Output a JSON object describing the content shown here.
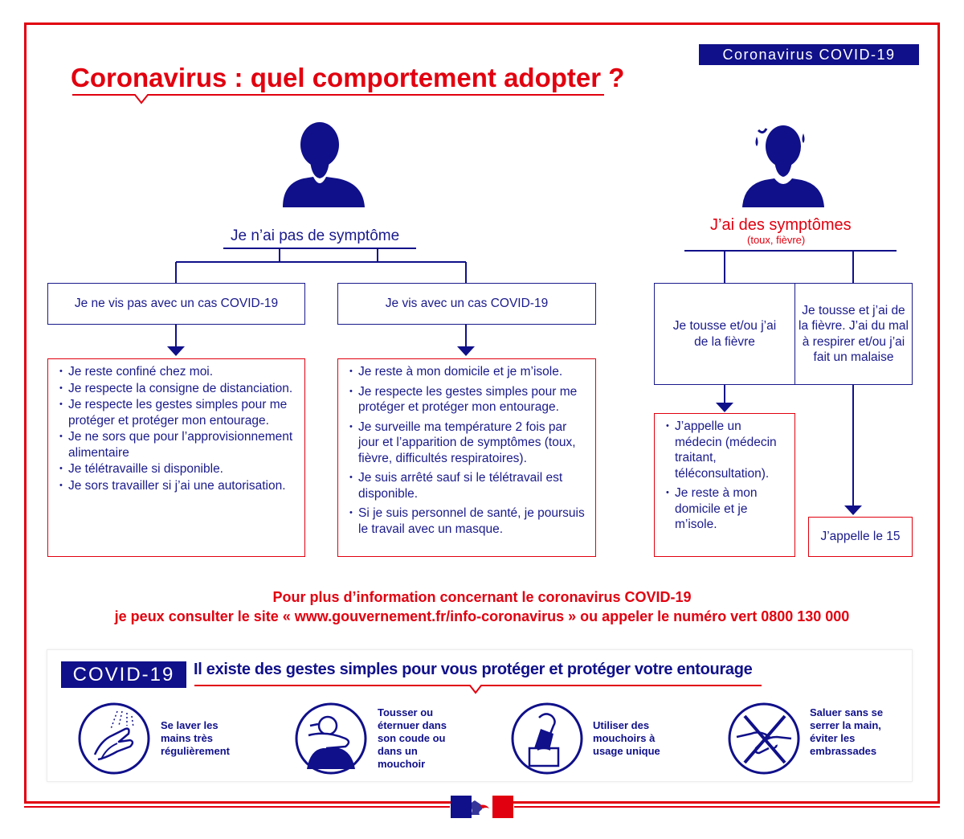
{
  "header": {
    "badge": "Coronavirus COVID-19",
    "title": "Coronavirus : quel comportement adopter ?"
  },
  "no_symptom": {
    "title": "Je n’ai pas de symptôme",
    "case_a": {
      "label": "Je ne vis pas avec un cas COVID-19",
      "items": [
        "Je reste confiné chez moi.",
        "Je respecte la consigne de distanciation.",
        "Je respecte les gestes simples pour me protéger et protéger mon entourage.",
        "Je ne sors que pour l’approvisionnement alimentaire",
        "Je télétravaille si disponible.",
        "Je sors travailler si j’ai une autorisation."
      ]
    },
    "case_b": {
      "label": "Je vis avec un cas COVID-19",
      "items": [
        "Je reste à mon domicile et je m’isole.",
        "Je respecte les gestes simples pour me protéger et protéger mon entourage.",
        "Je surveille ma température 2 fois par jour et l’apparition de symptômes (toux, fièvre, difficultés respiratoires).",
        "Je suis arrêté sauf si le télétravail est disponible.",
        "Si je suis personnel de santé, je poursuis le travail avec un masque."
      ]
    }
  },
  "symptoms": {
    "title": "J’ai des symptômes",
    "subtitle": "(toux, fièvre)",
    "case_a": {
      "label": "Je tousse et/ou j’ai de la fièvre",
      "items": [
        "J’appelle un médecin (médecin traitant, téléconsultation).",
        "Je reste à mon domicile et je m’isole."
      ]
    },
    "case_b": {
      "label": "Je tousse et j’ai de la fièvre. J’ai du mal à respirer et/ou j’ai fait un malaise",
      "action": "J’appelle le 15"
    }
  },
  "info": {
    "line1": "Pour plus d’information concernant le coronavirus COVID-19",
    "line2": "je peux consulter le site « www.gouvernement.fr/info-coronavirus » ou appeler le numéro vert 0800 130 000"
  },
  "gestures": {
    "badge": "COVID-19",
    "title": "Il existe des gestes simples pour vous protéger et protéger votre entourage",
    "items": [
      {
        "icon": "hand-washing-icon",
        "label": "Se laver les mains très régulièrement"
      },
      {
        "icon": "cough-elbow-icon",
        "label": "Tousser ou éternuer dans son coude ou dans un mouchoir"
      },
      {
        "icon": "tissue-icon",
        "label": "Utiliser des mouchoirs à usage unique"
      },
      {
        "icon": "no-handshake-icon",
        "label": "Saluer sans se serrer la main, éviter les embrassades"
      }
    ]
  },
  "colors": {
    "red": "#e1000f",
    "navy": "#10108a",
    "text_blue": "#1a1a8c"
  },
  "logo": {
    "icon": "marianne-logo-icon"
  }
}
